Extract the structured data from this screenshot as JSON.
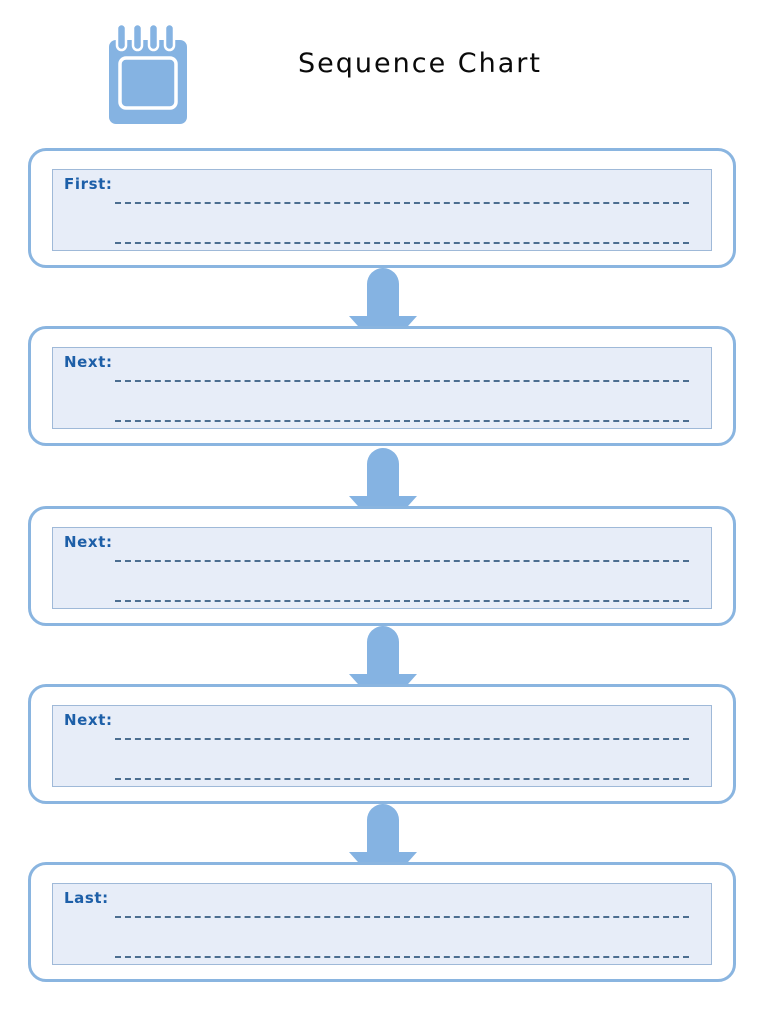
{
  "header": {
    "title": "Sequence Chart",
    "icon": "notepad-icon"
  },
  "colors": {
    "border_blue": "#8ab5e0",
    "panel_fill": "#e7edf8",
    "panel_border": "#9fb9d8",
    "label_blue": "#1d5fa8",
    "arrow_blue": "#85b3e2",
    "dash_line": "#4c6e90",
    "title_text": "#0a0a0a"
  },
  "steps": [
    {
      "label": "First:",
      "value": "",
      "lines": [
        "",
        ""
      ]
    },
    {
      "label": "Next:",
      "value": "",
      "lines": [
        "",
        ""
      ]
    },
    {
      "label": "Next:",
      "value": "",
      "lines": [
        "",
        ""
      ]
    },
    {
      "label": "Next:",
      "value": "",
      "lines": [
        "",
        ""
      ]
    },
    {
      "label": "Last:",
      "value": "",
      "lines": [
        "",
        ""
      ]
    }
  ],
  "arrows": [
    {
      "name": "down-arrow-icon"
    },
    {
      "name": "down-arrow-icon"
    },
    {
      "name": "down-arrow-icon"
    },
    {
      "name": "down-arrow-icon"
    }
  ]
}
